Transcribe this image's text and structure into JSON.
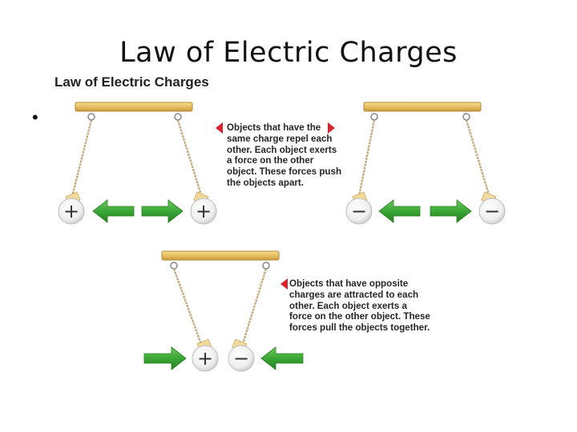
{
  "slide": {
    "title": "Law of Electric Charges",
    "bullet": "•"
  },
  "figure": {
    "heading": "Law of Electric Charges",
    "panels": [
      {
        "left_charge": "+",
        "right_charge": "+"
      },
      {
        "left_charge": "−",
        "right_charge": "−"
      },
      {
        "left_charge": "+",
        "right_charge": "−"
      }
    ],
    "caption_repel": [
      "Objects that have the",
      "same charge repel each",
      "other. Each object exerts",
      "a force on the other",
      "object. These forces push",
      "the objects apart."
    ],
    "caption_attract": [
      "Objects that have opposite",
      "charges are attracted to each",
      "other. Each object exerts a",
      "force on the other object. These",
      "forces pull the objects together."
    ]
  },
  "colors": {
    "arrow_green": "#3aa636",
    "arrow_dark": "#25801f",
    "rod_wood": "#e8c56a",
    "caption_marker": "#d8232a",
    "string": "#c7ad82"
  }
}
